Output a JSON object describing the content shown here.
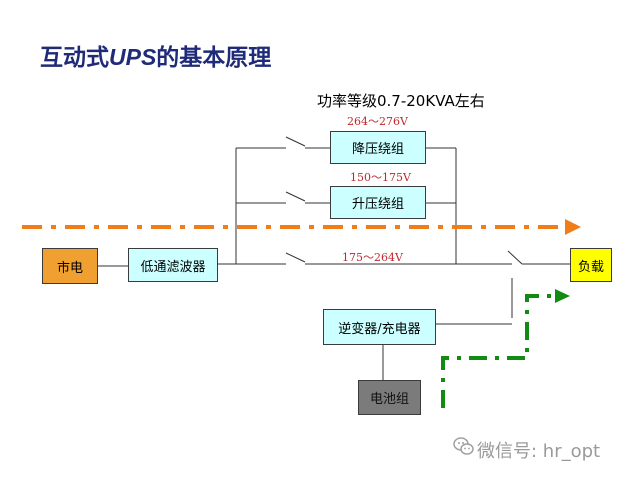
{
  "title": {
    "prefix": "互动式",
    "ups": "UPS",
    "suffix": "的基本原理"
  },
  "subtitle": "功率等级0.7-20KVA左右",
  "voltage_labels": {
    "buck": "264～276V",
    "boost": "150～175V",
    "direct": "175～264V"
  },
  "boxes": {
    "mains": "市电",
    "filter": "低通滤波器",
    "buck": "降压绕组",
    "boost": "升压绕组",
    "load": "负载",
    "inverter": "逆变器/充电器",
    "battery": "电池组"
  },
  "watermark": "微信号: hr_opt",
  "colors": {
    "title": "#1f2b78",
    "voltage_label": "#c0282d",
    "mains_box": "#f0a030",
    "load_box": "#ffff00",
    "component_box": "#ccffff",
    "battery_box": "#7b7b7b",
    "mains_flow_arrow": "#f07d17",
    "battery_flow_arrow": "#118c11"
  },
  "icons": {
    "watermark": "wechat-icon"
  }
}
